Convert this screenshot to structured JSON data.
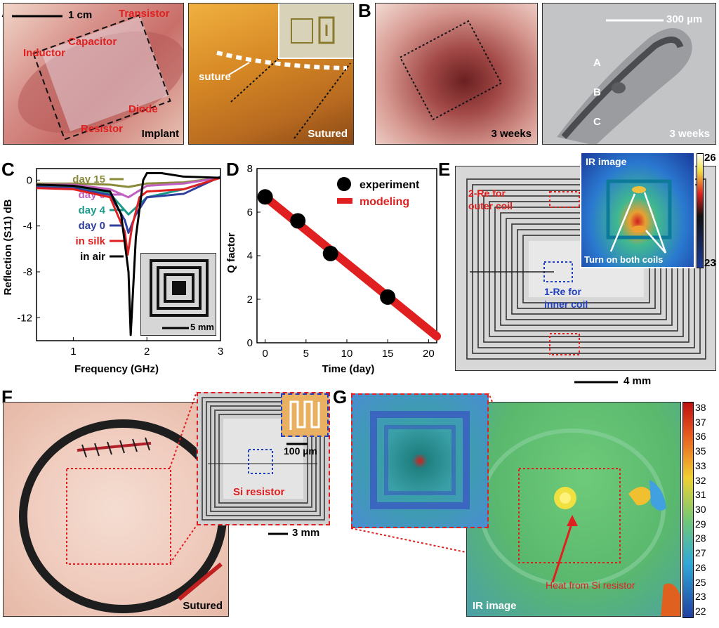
{
  "panels": {
    "A": "A",
    "B": "B",
    "C": "C",
    "D": "D",
    "E": "E",
    "F": "F",
    "G": "G"
  },
  "panel_a": {
    "scale": "1 cm",
    "inductor": "Inductor",
    "capacitor": "Capacitor",
    "transistor": "Transistor",
    "resistor": "Resistor",
    "diode": "Diode",
    "implant": "Implant",
    "suture": "suture",
    "sutured": "Sutured"
  },
  "panel_b": {
    "weeks_left": "3 weeks",
    "scale": "300 µm",
    "layer_a": "A",
    "layer_b": "B",
    "layer_c": "C",
    "weeks_right": "3 weeks"
  },
  "panel_e": {
    "ir_image": "IR image",
    "outer_line1": "2-Re for",
    "outer_line2": "outer coil",
    "inner_line1": "1-Re for",
    "inner_line2": "inner coil",
    "turn_on": "Turn on both coils",
    "cb_max": "26",
    "cb_min": "23",
    "scale": "4 mm"
  },
  "panel_f": {
    "sutured": "Sutured",
    "si_resistor": "Si resistor",
    "scale_small": "100 µm",
    "scale_large": "3 mm"
  },
  "panel_g": {
    "ir_image": "IR image",
    "heat_from": "Heat from Si resistor",
    "colorbar_ticks": [
      "38",
      "37",
      "36",
      "35",
      "33",
      "32",
      "31",
      "30",
      "29",
      "28",
      "27",
      "26",
      "25",
      "23",
      "22"
    ]
  },
  "colors": {
    "accent_red": "#e02020",
    "accent_blue": "#1f3fbf"
  },
  "chart_data": [
    {
      "type": "line",
      "xlabel": "Frequency (GHz)",
      "ylabel": "Reflection (S11) dB",
      "xlim": [
        0.5,
        3
      ],
      "ylim": [
        -14,
        1
      ],
      "xticks": [
        "1",
        "2",
        "3"
      ],
      "yticks": [
        "0",
        "-4",
        "-8",
        "-12"
      ],
      "inset_scale": "5 mm",
      "series": [
        {
          "name": "day 15",
          "color": "#8a8a3a",
          "x": [
            0.5,
            1.0,
            1.5,
            1.75,
            2.0,
            2.5,
            3.0
          ],
          "y": [
            -0.3,
            -0.3,
            -0.4,
            -0.6,
            -0.3,
            -0.2,
            0.2
          ]
        },
        {
          "name": "day 8",
          "color": "#c060c0",
          "x": [
            0.5,
            1.0,
            1.5,
            1.75,
            2.0,
            2.5,
            3.0
          ],
          "y": [
            -0.4,
            -0.4,
            -0.8,
            -1.5,
            -0.5,
            -0.3,
            0.2
          ]
        },
        {
          "name": "day 4",
          "color": "#1f9a8a",
          "x": [
            0.5,
            1.0,
            1.5,
            1.75,
            2.0,
            2.5,
            3.0
          ],
          "y": [
            -0.5,
            -0.6,
            -1.2,
            -3.0,
            -1.5,
            -0.8,
            0.2
          ]
        },
        {
          "name": "day 0",
          "color": "#3040a0",
          "x": [
            0.5,
            1.0,
            1.5,
            1.7,
            1.75,
            1.85,
            2.0,
            2.5,
            3.0
          ],
          "y": [
            -0.6,
            -0.7,
            -1.3,
            -3.5,
            -4.6,
            -3.0,
            -1.5,
            -1.2,
            0.3
          ]
        },
        {
          "name": "in silk",
          "color": "#e02020",
          "x": [
            0.5,
            1.0,
            1.5,
            1.7,
            1.74,
            1.8,
            1.9,
            2.0,
            2.5,
            3.0
          ],
          "y": [
            -0.7,
            -0.8,
            -1.5,
            -4.5,
            -6.5,
            -4.0,
            -1.5,
            -1.0,
            -0.8,
            0.2
          ]
        },
        {
          "name": "in air",
          "color": "#000000",
          "x": [
            0.5,
            1.0,
            1.5,
            1.65,
            1.75,
            1.78,
            1.85,
            1.95,
            2.0,
            2.2,
            2.5,
            3.0
          ],
          "y": [
            -0.4,
            -0.5,
            -1.0,
            -3.0,
            -8.0,
            -13.5,
            -5.0,
            0.0,
            0.6,
            0.6,
            0.3,
            0.2
          ]
        }
      ]
    },
    {
      "type": "scatter",
      "xlabel": "Time (day)",
      "ylabel": "Q factor",
      "xlim": [
        -1,
        21
      ],
      "ylim": [
        0,
        8
      ],
      "xticks": [
        "0",
        "5",
        "10",
        "15",
        "20"
      ],
      "yticks": [
        "0",
        "2",
        "4",
        "6",
        "8"
      ],
      "series": [
        {
          "name": "experiment",
          "color": "#000000",
          "x": [
            0,
            4,
            8,
            15
          ],
          "y": [
            6.7,
            5.6,
            4.1,
            2.1
          ]
        },
        {
          "name": "modeling",
          "color": "#e02020",
          "x": [
            0,
            21
          ],
          "y": [
            6.7,
            0.3
          ]
        }
      ]
    }
  ]
}
